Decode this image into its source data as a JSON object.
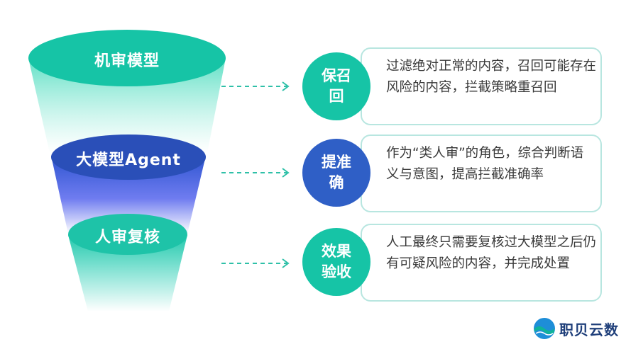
{
  "funnel": {
    "stages": [
      {
        "label": "机审模型"
      },
      {
        "label": "大模型Agent"
      },
      {
        "label": "人审复核"
      }
    ]
  },
  "cards": [
    {
      "badge": "保召回",
      "text": "过滤绝对正常的内容，召回可能存在风险的内容，拦截策略重召回"
    },
    {
      "badge": "提准确",
      "text": "作为“类人审”的角色，综合判断语义与意图，提高拦截准确率"
    },
    {
      "badge": "效果验收",
      "text": "人工最终只需要复核过大模型之后仍有可疑风险的内容，并完成处置"
    }
  ],
  "logo": {
    "name": "职贝云数"
  },
  "colors": {
    "teal": "#16c4a6",
    "blue": "#2f5fc6",
    "border": "#b8e6e0",
    "text": "#3a3a3a",
    "white": "#ffffff"
  },
  "icons": {
    "connector": "dashed-arrow-icon",
    "logo": "globe-wave-icon"
  }
}
